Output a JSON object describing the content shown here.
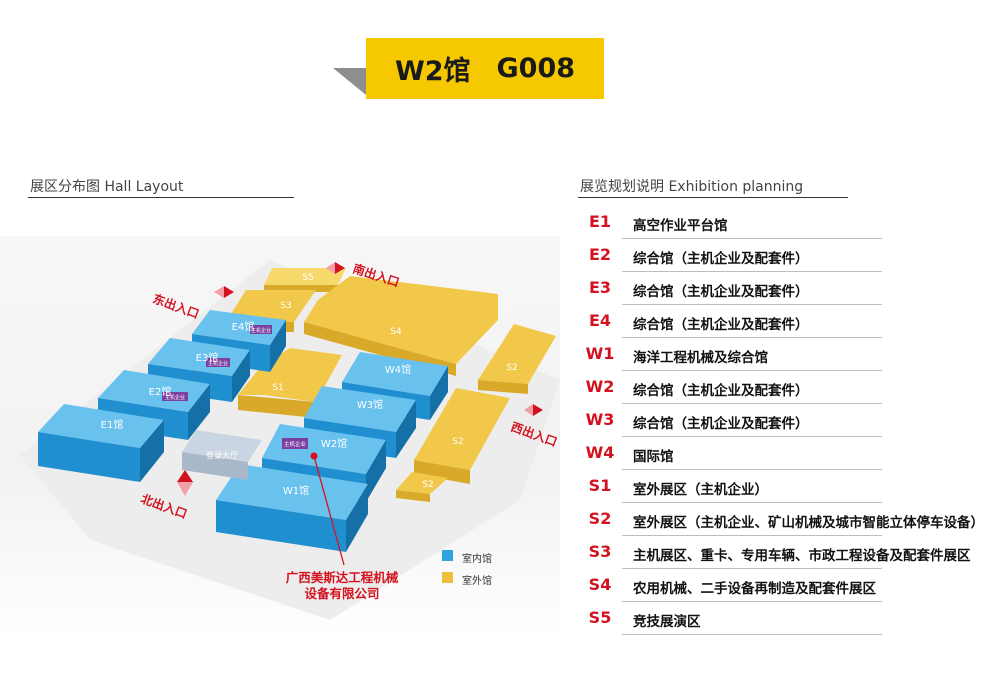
{
  "banner": {
    "hall": "W2馆",
    "booth": "G008"
  },
  "hall_layout_title": "展区分布图 Hall Layout",
  "exhibition_planning_title": "展览规划说明 Exhibition planning",
  "colors": {
    "indoor": "#2ea3e0",
    "outdoor": "#eebf3a",
    "accent": "#d4121f",
    "banner": "#f5c800"
  },
  "map": {
    "halls": {
      "E1": "E1馆",
      "E2": "E2馆",
      "E3": "E3馆",
      "E4": "E4馆",
      "W1": "W1馆",
      "W2": "W2馆",
      "W3": "W3馆",
      "W4": "W4馆",
      "S1": "S1",
      "S2a": "S2",
      "S2b": "S2",
      "S2c": "S2",
      "S3": "S3",
      "S4": "S4",
      "S5": "S5",
      "reception": "登录大厅"
    },
    "tag_text": "主机企业",
    "entrances": {
      "east": "东出入口",
      "south": "南出入口",
      "west": "西出入口",
      "north": "北出入口"
    },
    "exhibitor": {
      "line1": "广西美斯达工程机械",
      "line2": "设备有限公司"
    },
    "legend": [
      {
        "label": "室内馆",
        "color": "#2ea3e0"
      },
      {
        "label": "室外馆",
        "color": "#eebf3a"
      }
    ]
  },
  "planning": [
    {
      "code": "E1",
      "desc": "高空作业平台馆"
    },
    {
      "code": "E2",
      "desc": "综合馆（主机企业及配套件）"
    },
    {
      "code": "E3",
      "desc": "综合馆（主机企业及配套件）"
    },
    {
      "code": "E4",
      "desc": "综合馆（主机企业及配套件）"
    },
    {
      "code": "W1",
      "desc": "海洋工程机械及综合馆"
    },
    {
      "code": "W2",
      "desc": "综合馆（主机企业及配套件）"
    },
    {
      "code": "W3",
      "desc": "综合馆（主机企业及配套件）"
    },
    {
      "code": "W4",
      "desc": "国际馆"
    },
    {
      "code": "S1",
      "desc": "室外展区（主机企业）"
    },
    {
      "code": "S2",
      "desc": "室外展区（主机企业、矿山机械及城市智能立体停车设备）"
    },
    {
      "code": "S3",
      "desc": "主机展区、重卡、专用车辆、市政工程设备及配套件展区"
    },
    {
      "code": "S4",
      "desc": "农用机械、二手设备再制造及配套件展区"
    },
    {
      "code": "S5",
      "desc": "竞技展演区"
    }
  ]
}
